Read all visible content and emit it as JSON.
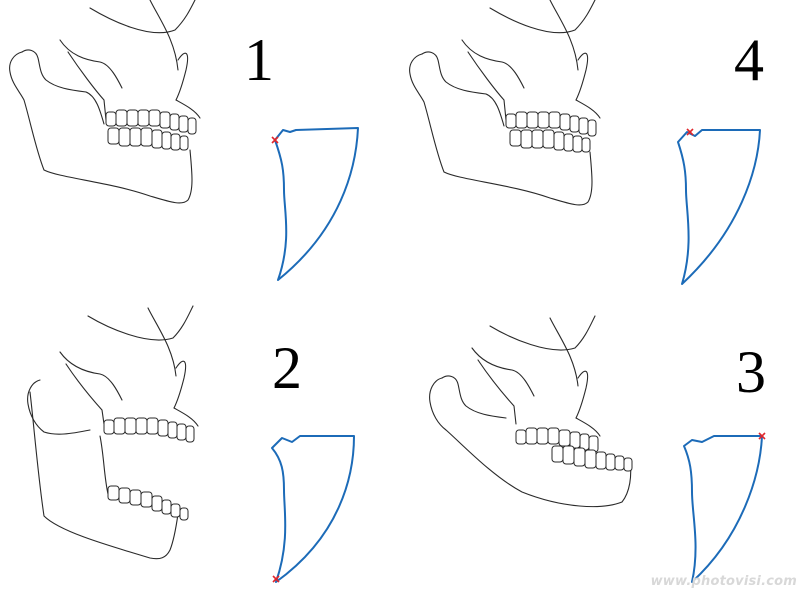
{
  "panels": [
    {
      "id": "p1",
      "label": "1"
    },
    {
      "id": "p4",
      "label": "4"
    },
    {
      "id": "p2",
      "label": "2"
    },
    {
      "id": "p3",
      "label": "3"
    }
  ],
  "watermark": "www.photovisi.com",
  "colors": {
    "trace": "#1c6bb8",
    "marker": "#e0262b",
    "line_art": "#2a2a2a"
  }
}
